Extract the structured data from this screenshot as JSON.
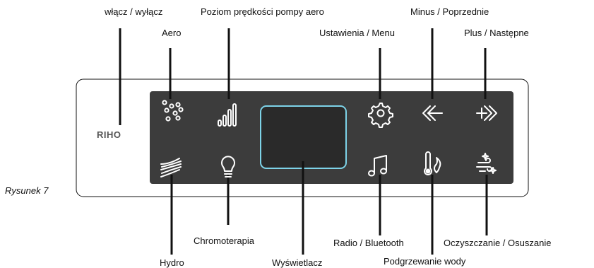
{
  "labels": {
    "power": "włącz / wyłącz",
    "aero": "Aero",
    "pump_level": "Poziom prędkości pompy aero",
    "settings": "Ustawienia / Menu",
    "minus": "Minus / Poprzednie",
    "plus": "Plus / Następne",
    "hydro": "Hydro",
    "chromotherapy": "Chromoterapia",
    "display": "Wyświetlacz",
    "radio": "Radio / Bluetooth",
    "heating": "Podgrzewanie wody",
    "cleaning": "Oczyszczanie / Osuszanie"
  },
  "brand": "RIHO",
  "caption": "Rysunek 7",
  "icons": [
    "aero-bubbles-icon",
    "signal-bars-icon",
    "gear-icon",
    "chevron-left-icon",
    "chevron-right-plus-icon",
    "hydro-jets-icon",
    "light-bulb-icon",
    "music-note-icon",
    "thermometer-flame-icon",
    "cleaning-wind-icon"
  ],
  "colors": {
    "panel": "#3c3c3c",
    "icon": "#ffffff",
    "display_bg": "#2a2a2a",
    "display_border": "#7dd3e8",
    "line": "#111111"
  }
}
